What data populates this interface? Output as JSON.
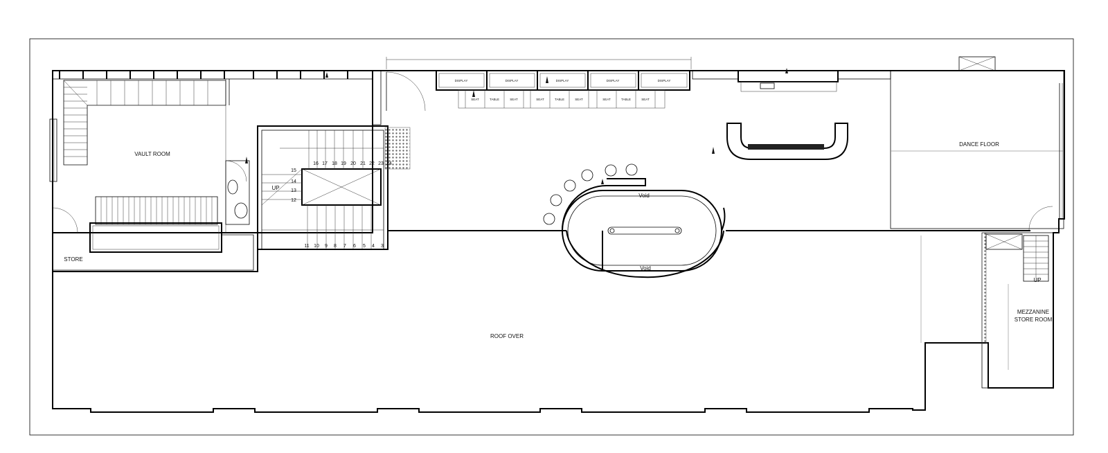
{
  "rooms": {
    "vault_room": "VAULT ROOM",
    "store": "STORE",
    "roof_over": "ROOF OVER",
    "dance_floor": "DANCE FLOOR",
    "mezzanine_line1": "MEZZANINE",
    "mezzanine_line2": "STORE ROOM",
    "void_top": "Void",
    "void_bottom": "Void"
  },
  "stairs": {
    "up_main": "UP",
    "up_mezzanine": "UP",
    "upper_steps": [
      "16",
      "17",
      "18",
      "19",
      "20",
      "21",
      "22",
      "23",
      "24"
    ],
    "landing_steps": [
      "15",
      "14",
      "13",
      "12"
    ],
    "lower_steps": [
      "11",
      "10",
      "9",
      "8",
      "7",
      "6",
      "5",
      "4",
      "3"
    ]
  },
  "furniture": {
    "display_label": "DISPLAY",
    "displays": [
      "DISPLAY",
      "DISPLAY",
      "DISPLAY",
      "DISPLAY",
      "DISPLAY"
    ],
    "seating": [
      "SEAT",
      "TABLE",
      "SEAT",
      "SEAT",
      "TABLE",
      "SEAT",
      "SEAT",
      "TABLE",
      "SEAT"
    ]
  }
}
